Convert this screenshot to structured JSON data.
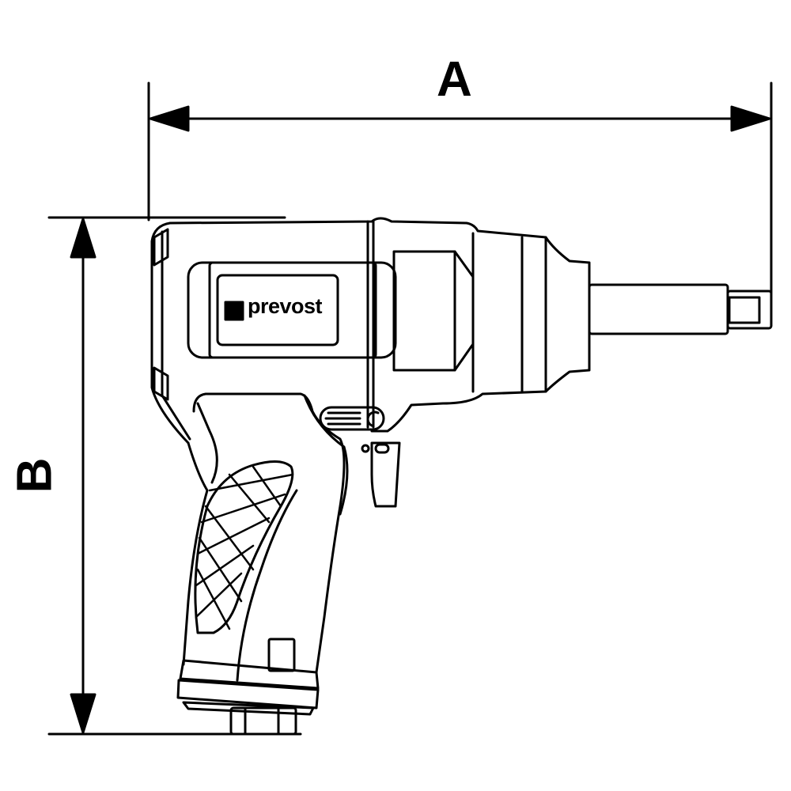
{
  "dimensions": {
    "a_label": "A",
    "b_label": "B"
  },
  "product": {
    "brand_logo": "prevost"
  },
  "colors": {
    "line": "#000000",
    "background": "#ffffff"
  }
}
